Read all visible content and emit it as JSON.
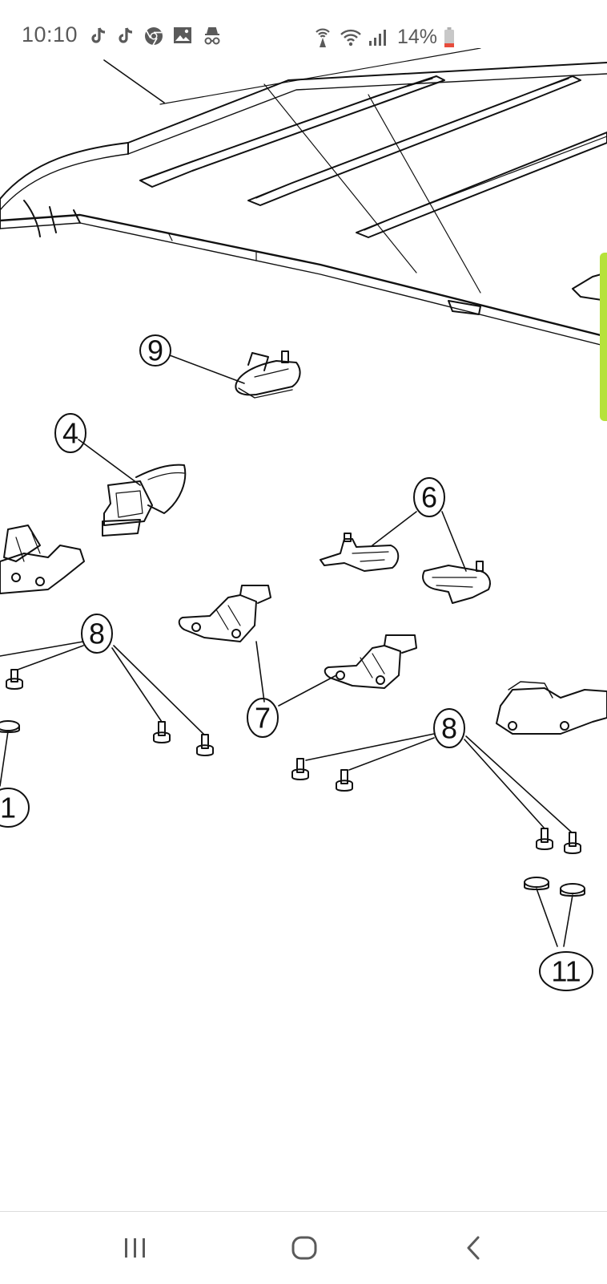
{
  "status_bar": {
    "time": "10:10",
    "battery_percent": "14%",
    "left_icons": [
      "tiktok-icon",
      "tiktok-icon",
      "chrome-icon",
      "gallery-icon",
      "incognito-icon"
    ],
    "right_icons": [
      "hotspot-icon",
      "wifi-icon",
      "signal-icon",
      "battery-icon"
    ],
    "battery_color": "#e74c3c"
  },
  "diagram": {
    "callouts": {
      "c9": "9",
      "c4": "4",
      "c6": "6",
      "c8a": "8",
      "c7": "7",
      "c8b": "8",
      "c1": "1",
      "c11": "11"
    }
  },
  "nav_bar": {
    "buttons": [
      "recents-icon",
      "home-icon",
      "back-icon"
    ]
  },
  "accent": "#b6e23b"
}
